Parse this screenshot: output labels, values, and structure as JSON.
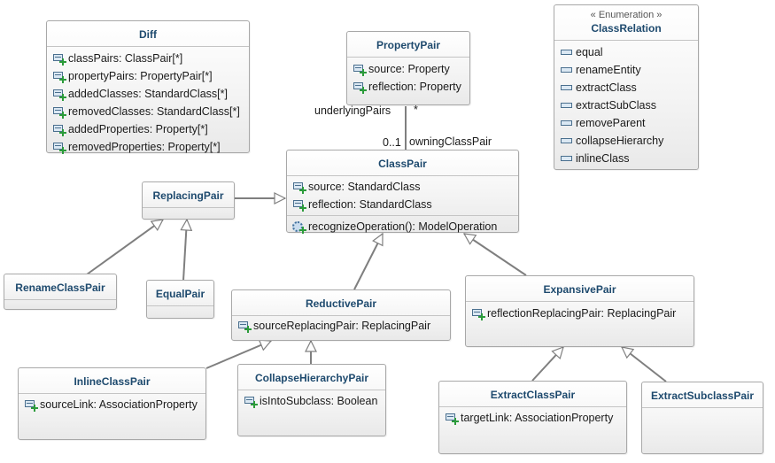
{
  "classes": {
    "diff": {
      "name": "Diff",
      "attributes": [
        "classPairs: ClassPair[*]",
        "propertyPairs: PropertyPair[*]",
        "addedClasses: StandardClass[*]",
        "removedClasses: StandardClass[*]",
        "addedProperties: Property[*]",
        "removedProperties: Property[*]"
      ]
    },
    "property_pair": {
      "name": "PropertyPair",
      "attributes": [
        "source: Property",
        "reflection: Property"
      ]
    },
    "class_relation": {
      "stereotype": "« Enumeration »",
      "name": "ClassRelation",
      "literals": [
        "equal",
        "renameEntity",
        "extractClass",
        "extractSubClass",
        "removeParent",
        "collapseHierarchy",
        "inlineClass"
      ]
    },
    "class_pair": {
      "name": "ClassPair",
      "attributes": [
        "source: StandardClass",
        "reflection: StandardClass"
      ],
      "operations": [
        "recognizeOperation(): ModelOperation"
      ]
    },
    "replacing_pair": {
      "name": "ReplacingPair"
    },
    "rename_class_pair": {
      "name": "RenameClassPair"
    },
    "equal_pair": {
      "name": "EqualPair"
    },
    "reductive_pair": {
      "name": "ReductivePair",
      "attributes": [
        "sourceReplacingPair: ReplacingPair"
      ]
    },
    "expansive_pair": {
      "name": "ExpansivePair",
      "attributes": [
        "reflectionReplacingPair: ReplacingPair"
      ]
    },
    "inline_class_pair": {
      "name": "InlineClassPair",
      "attributes": [
        "sourceLink: AssociationProperty"
      ]
    },
    "collapse_hierarchy_pair": {
      "name": "CollapseHierarchyPair",
      "attributes": [
        "isIntoSubclass: Boolean"
      ]
    },
    "extract_class_pair": {
      "name": "ExtractClassPair",
      "attributes": [
        "targetLink: AssociationProperty"
      ]
    },
    "extract_subclass_pair": {
      "name": "ExtractSubclassPair"
    }
  },
  "association": {
    "role_underlying": "underlyingPairs",
    "mult_many": "*",
    "mult_optional": "0..1",
    "role_owning": "owningClassPair"
  },
  "colors": {
    "class_name": "#1e4a6e",
    "border": "#a8a8a8",
    "edge": "#7f7f7f",
    "icon_plus": "#2b9b3a"
  }
}
